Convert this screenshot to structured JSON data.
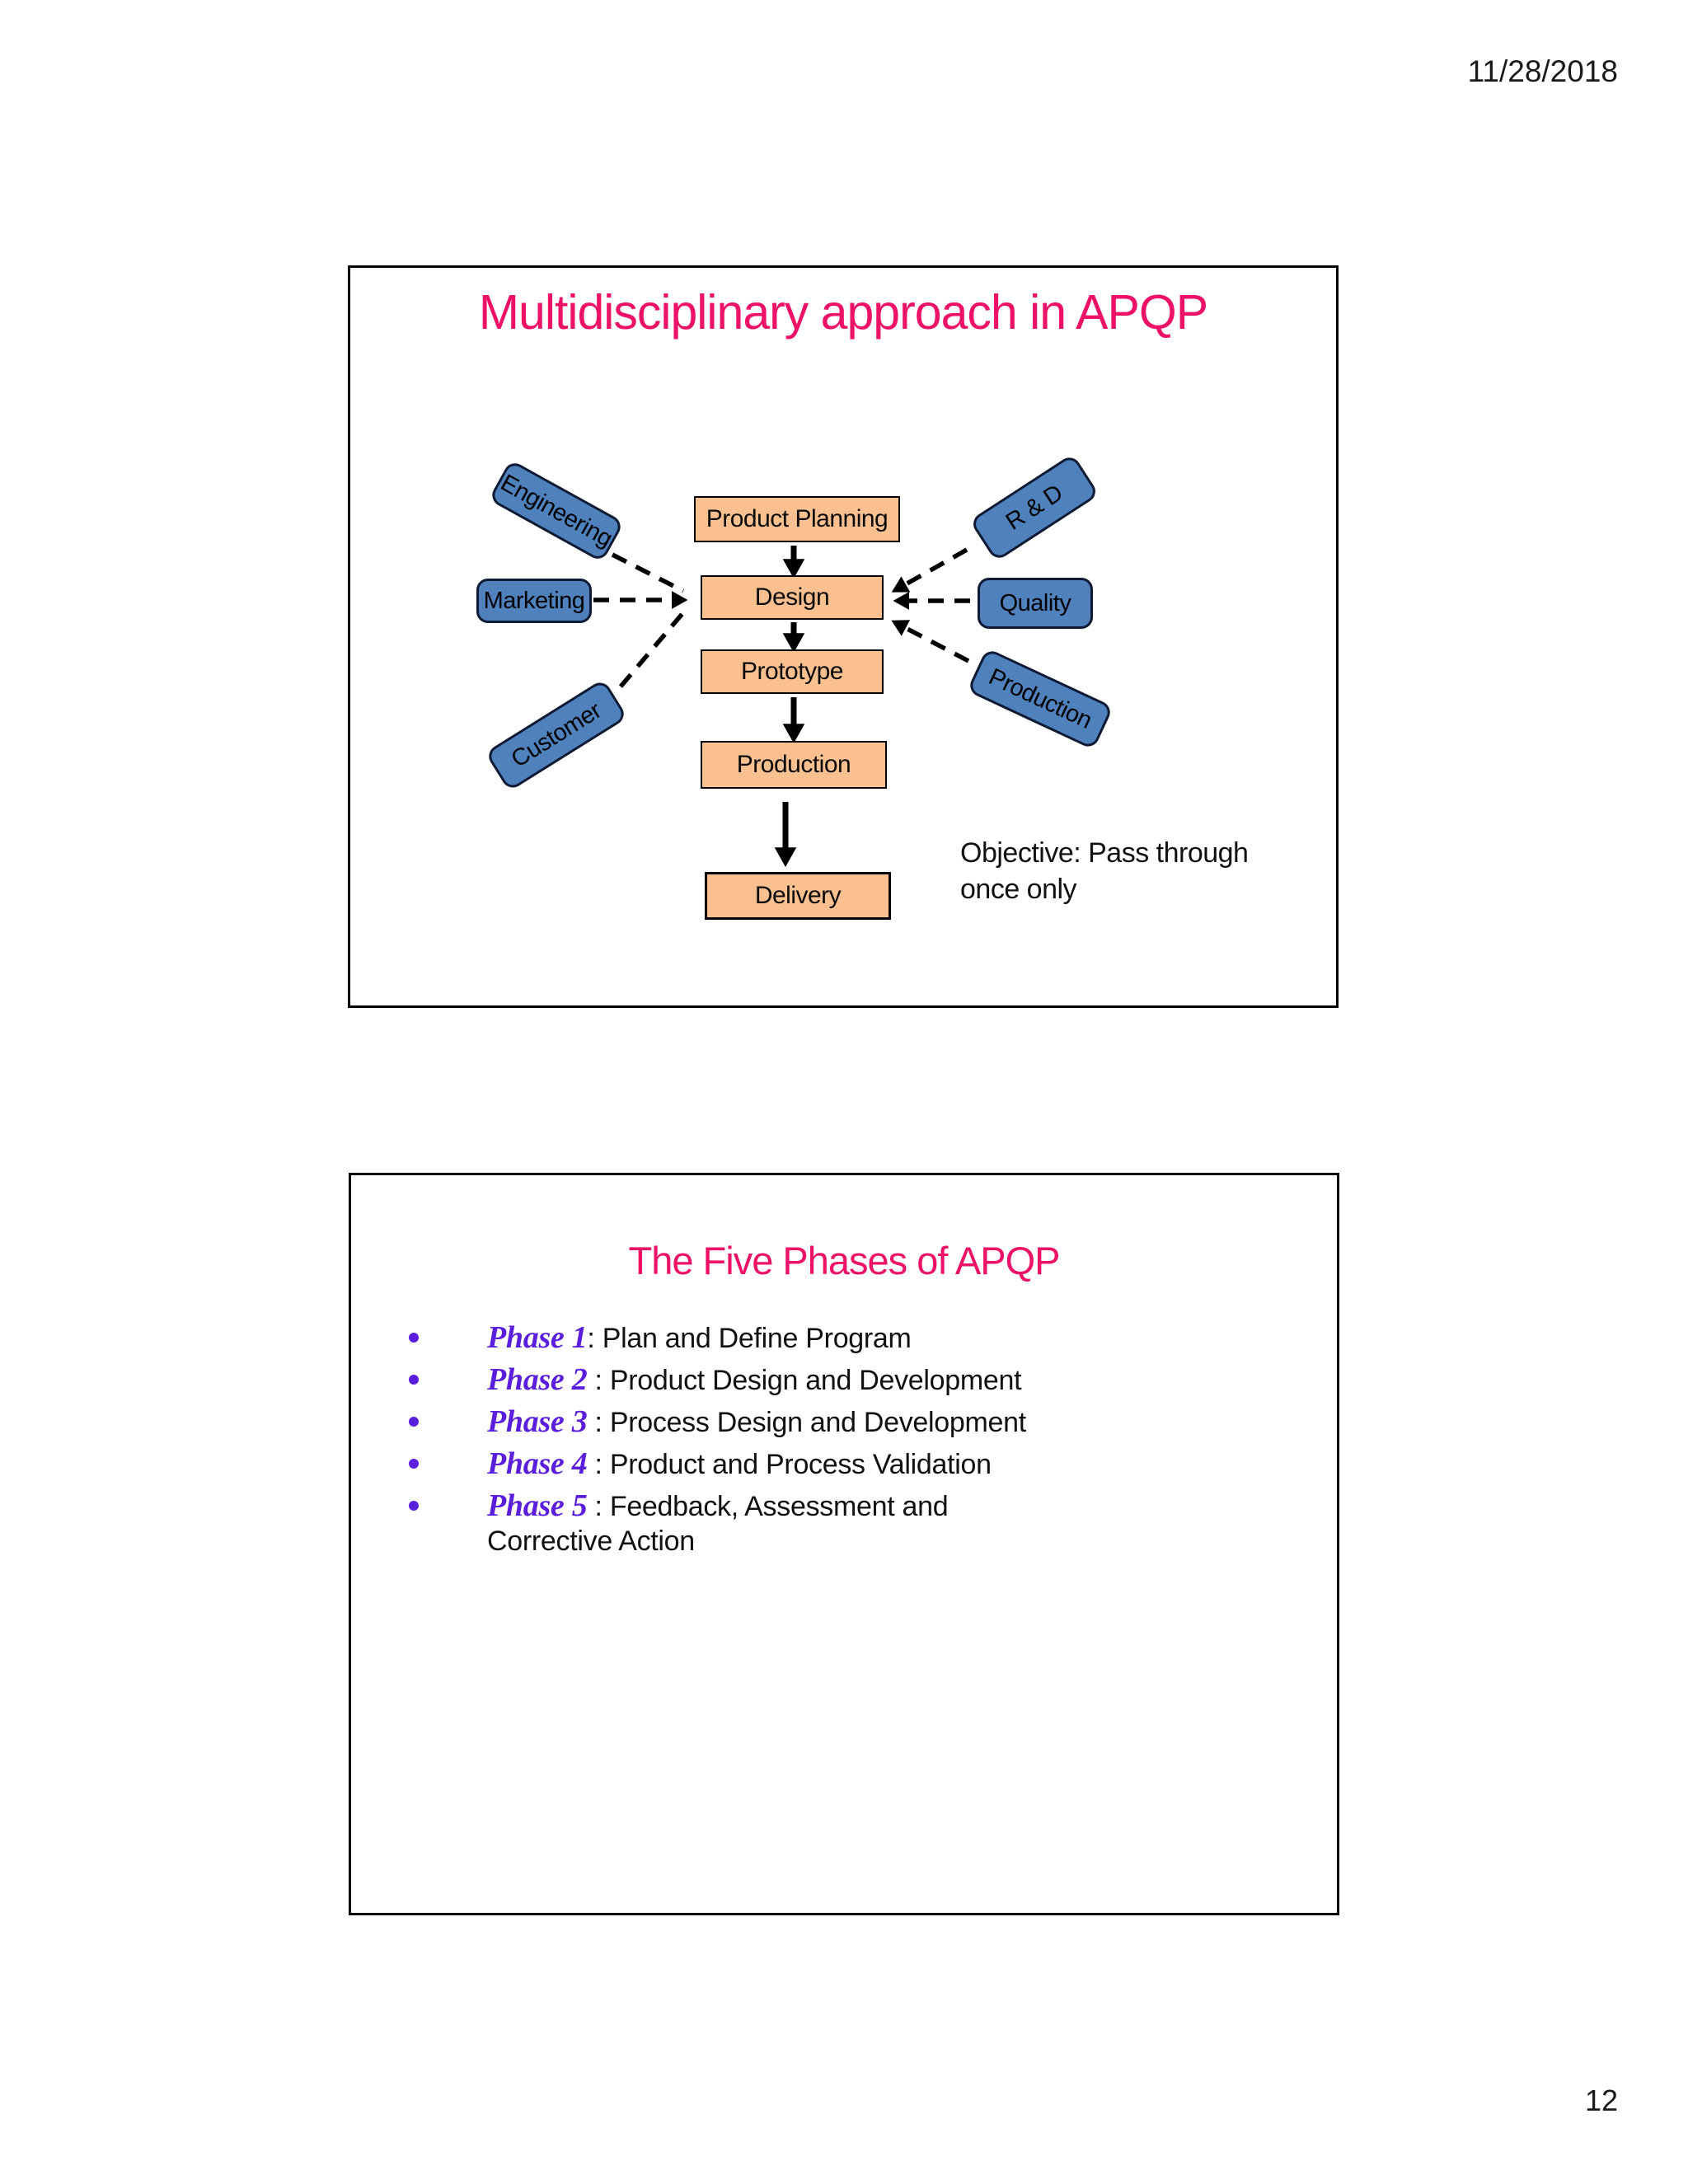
{
  "page": {
    "date": "11/28/2018",
    "number": "12"
  },
  "slide1": {
    "title": "Multidisciplinary approach in APQP",
    "flow": [
      "Product Planning",
      "Design",
      "Prototype",
      "Production",
      "Delivery"
    ],
    "left_depts": [
      "Engineering",
      "Marketing",
      "Customer"
    ],
    "right_depts": [
      "R & D",
      "Quality",
      "Production"
    ],
    "objective": {
      "line1": "Objective: Pass through",
      "line2": "once only"
    },
    "colors": {
      "title_pink": "#ED1168",
      "flow_box_fill": "#FAC090",
      "dept_box_fill": "#4F81BD",
      "arrow": "#000000"
    }
  },
  "slide2": {
    "title": "The Five Phases of APQP",
    "bullets": [
      {
        "phase": "Phase 1",
        "desc": ": Plan and Define Program"
      },
      {
        "phase": "Phase 2",
        "desc": " : Product Design and Development"
      },
      {
        "phase": "Phase 3",
        "desc": " : Process Design and Development"
      },
      {
        "phase": "Phase 4",
        "desc": " : Product and Process Validation"
      },
      {
        "phase": "Phase 5",
        "desc": " : Feedback, Assessment and",
        "desc2": "Corrective Action"
      }
    ],
    "colors": {
      "phase_purple": "#5B1EDC",
      "title_pink": "#ED1168"
    }
  }
}
